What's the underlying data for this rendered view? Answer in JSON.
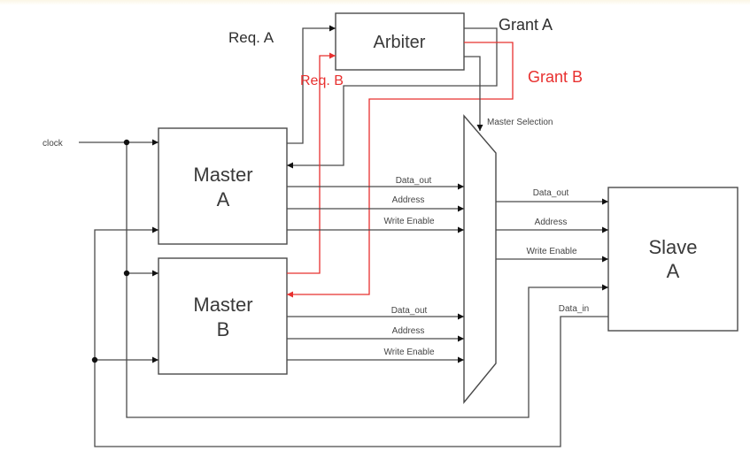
{
  "diagram": {
    "title": "Bus arbitration: two masters, one slave",
    "colors": {
      "line": "#4a4a4a",
      "highlight": "#e8302f",
      "text": "#3a3a3a"
    },
    "arbiter": {
      "label": "Arbiter"
    },
    "masters": [
      {
        "line1": "Master",
        "line2": "A"
      },
      {
        "line1": "Master",
        "line2": "B"
      }
    ],
    "slave": {
      "line1": "Slave",
      "line2": "A"
    },
    "signals": {
      "clock": "clock",
      "req_a": "Req. A",
      "req_b": "Req. B",
      "grant_a": "Grant A",
      "grant_b": "Grant B",
      "master_selection": "Master Selection",
      "data_in": "Data_in"
    },
    "master_a_outputs": [
      "Data_out",
      "Address",
      "Write Enable"
    ],
    "master_b_outputs": [
      "Data_out",
      "Address",
      "Write Enable"
    ],
    "mux_outputs": [
      "Data_out",
      "Address",
      "Write Enable"
    ]
  }
}
